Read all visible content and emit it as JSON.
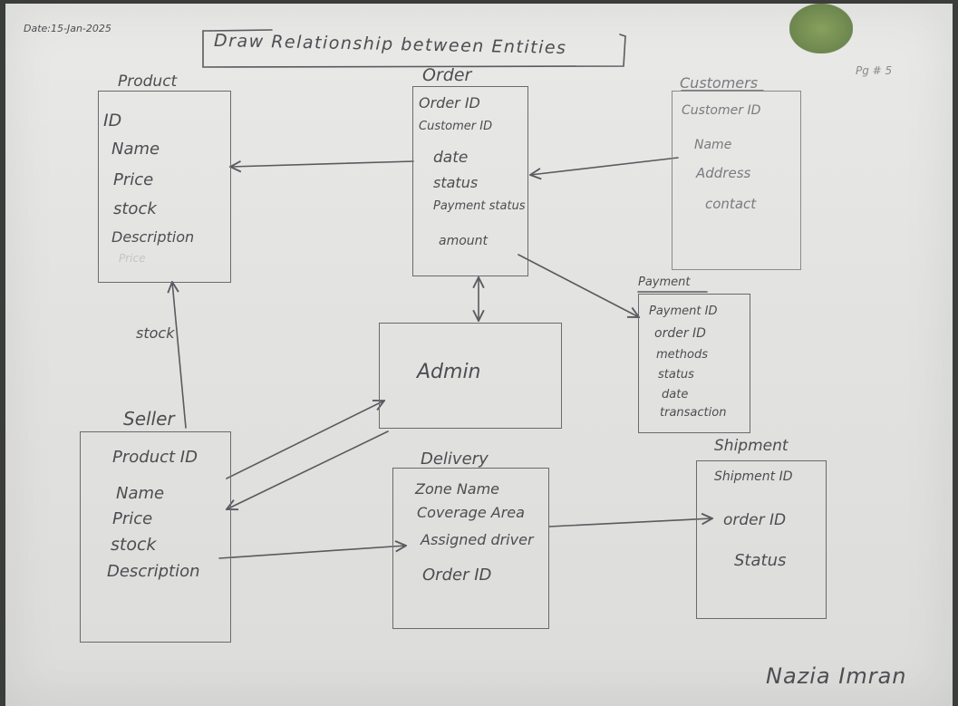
{
  "header": {
    "date": "Date:15-Jan-2025",
    "title": "Draw Relationship between Entities",
    "page": "Pg # 5"
  },
  "signature": "Nazia Imran",
  "entities": {
    "product": {
      "name": "Product",
      "attributes": [
        "ID",
        "Name",
        "Price",
        "stock",
        "Description",
        "Price"
      ]
    },
    "order": {
      "name": "Order",
      "attributes": [
        "Order ID",
        "Customer ID",
        "date",
        "status",
        "Payment status",
        "amount"
      ]
    },
    "customers": {
      "name": "Customers",
      "attributes": [
        "Customer ID",
        "Name",
        "Address",
        "contact"
      ]
    },
    "payment": {
      "name": "Payment",
      "attributes": [
        "Payment ID",
        "order ID",
        "methods",
        "status",
        "date",
        "transaction"
      ]
    },
    "admin": {
      "name": "Admin"
    },
    "seller": {
      "name": "Seller",
      "attributes": [
        "Product ID",
        "Name",
        "Price",
        "stock",
        "Description"
      ]
    },
    "delivery": {
      "name": "Delivery",
      "attributes": [
        "Zone Name",
        "Coverage Area",
        "Assigned driver",
        "Order ID"
      ]
    },
    "shipment": {
      "name": "Shipment",
      "attributes": [
        "Shipment ID",
        "order ID",
        "Status"
      ]
    }
  },
  "relationships": [
    {
      "from": "order",
      "to": "product",
      "label": ""
    },
    {
      "from": "customers",
      "to": "order",
      "label": ""
    },
    {
      "from": "order",
      "to": "payment",
      "label": ""
    },
    {
      "from": "order",
      "to": "admin",
      "label": "",
      "bidirectional": true
    },
    {
      "from": "seller",
      "to": "product",
      "label": "stock"
    },
    {
      "from": "seller",
      "to": "admin",
      "label": ""
    },
    {
      "from": "admin",
      "to": "seller",
      "label": ""
    },
    {
      "from": "seller",
      "to": "delivery",
      "label": ""
    },
    {
      "from": "delivery",
      "to": "shipment",
      "label": ""
    }
  ]
}
